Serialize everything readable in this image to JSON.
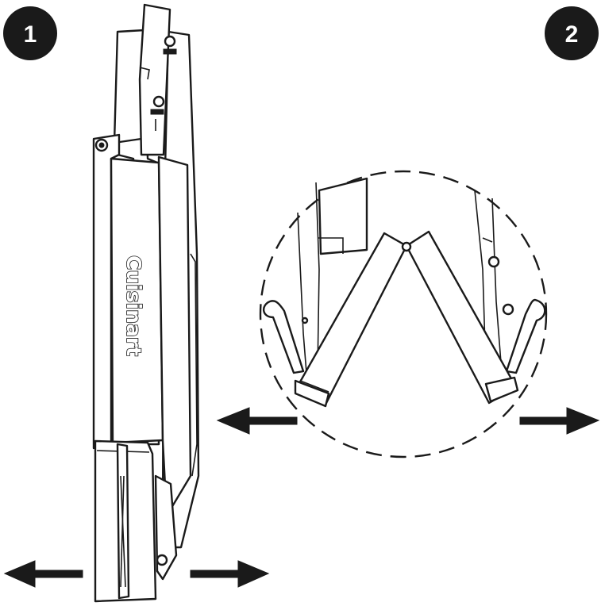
{
  "steps": [
    {
      "number": "1"
    },
    {
      "number": "2"
    }
  ],
  "device": {
    "brand": "Cuisinart"
  },
  "icons": {
    "arrow_left": "arrow-left-icon",
    "arrow_right": "arrow-right-icon"
  },
  "colors": {
    "ink": "#1a1a1a",
    "paper": "#ffffff"
  }
}
